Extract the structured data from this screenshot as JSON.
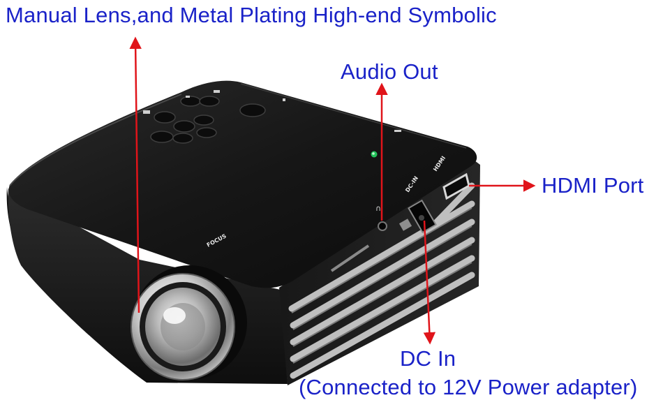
{
  "callouts": {
    "lens": "Manual Lens,and Metal Plating High-end Symbolic",
    "audio": "Audio Out",
    "hdmi": "HDMI Port",
    "dc": "DC In",
    "dc_note": "(Connected to 12V Power adapter)"
  },
  "device_markings": {
    "focus": "FOCUS",
    "hdmi": "HDMI",
    "dc": "DC-IN"
  },
  "colors": {
    "callout_text": "#1a22c8",
    "arrow": "#e0141a",
    "body": "#1b1b1b",
    "led": "#22c25a"
  }
}
